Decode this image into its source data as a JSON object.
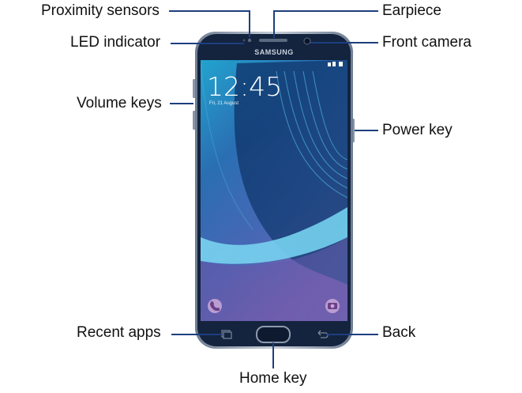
{
  "callouts": {
    "proximity_sensors": "Proximity sensors",
    "led_indicator": "LED indicator",
    "volume_keys": "Volume keys",
    "recent_apps": "Recent apps",
    "earpiece": "Earpiece",
    "front_camera": "Front camera",
    "power_key": "Power key",
    "back": "Back",
    "home_key": "Home key"
  },
  "phone": {
    "brand": "SAMSUNG",
    "time": "12:45",
    "date": "Fri, 21 August"
  },
  "colors": {
    "leader_line": "#1d3f7f",
    "bezel": "#14233e",
    "screen_top": "#1f86b8",
    "screen_bottom": "#8a4fa8"
  },
  "icons": {
    "phone_shortcut": "phone-icon",
    "camera_shortcut": "camera-icon",
    "recent_apps_key": "recent-apps-icon",
    "back_key": "back-arrow-icon"
  }
}
